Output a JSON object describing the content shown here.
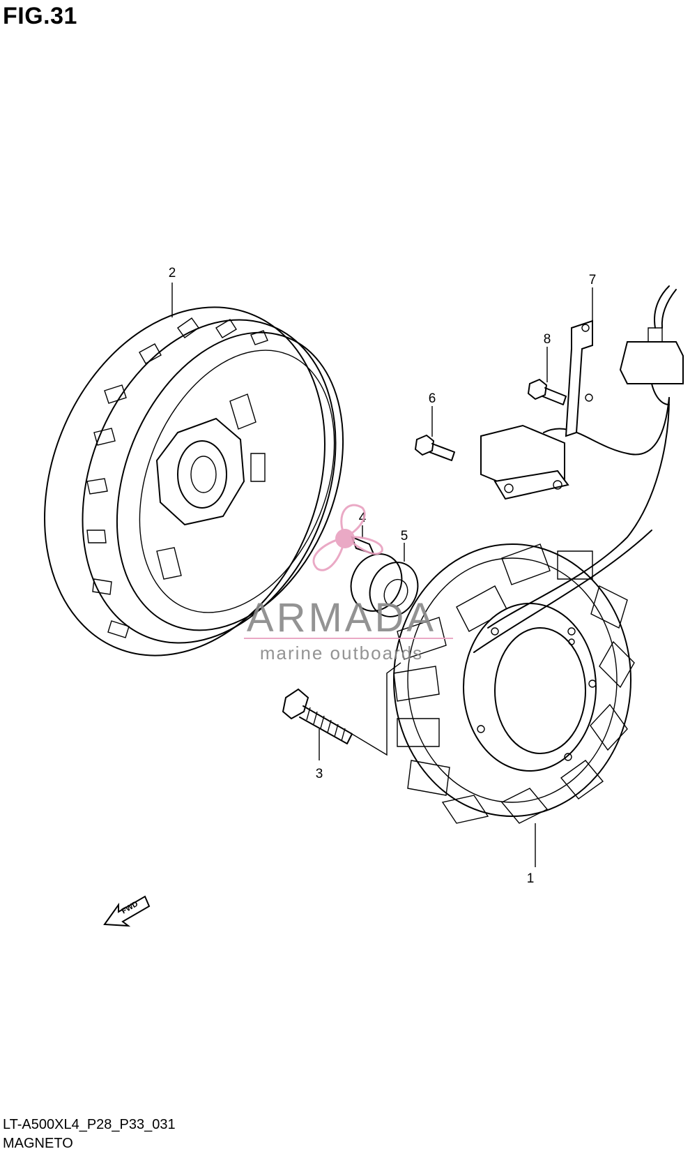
{
  "figure": {
    "title": "FIG.31",
    "code": "LT-A500XL4_P28_P33_031",
    "name": "MAGNETO"
  },
  "callouts": [
    "1",
    "2",
    "3",
    "4",
    "5",
    "6",
    "7",
    "8"
  ],
  "fwd_label": "FWD",
  "watermark": {
    "brand": "ARMADA",
    "tagline": "marine outboards",
    "color": "#e8a0bf"
  }
}
